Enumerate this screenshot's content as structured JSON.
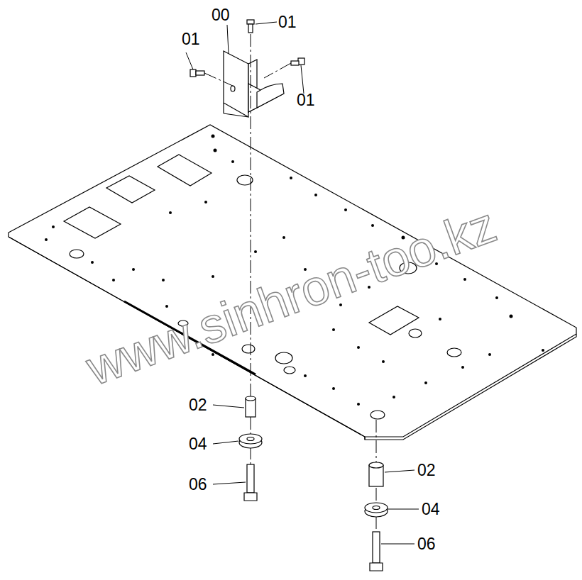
{
  "diagram": {
    "labels": [
      "00",
      "01",
      "01",
      "01",
      "02",
      "04",
      "06",
      "02",
      "04",
      "06",
      "www.sinhron-too.kz"
    ]
  }
}
